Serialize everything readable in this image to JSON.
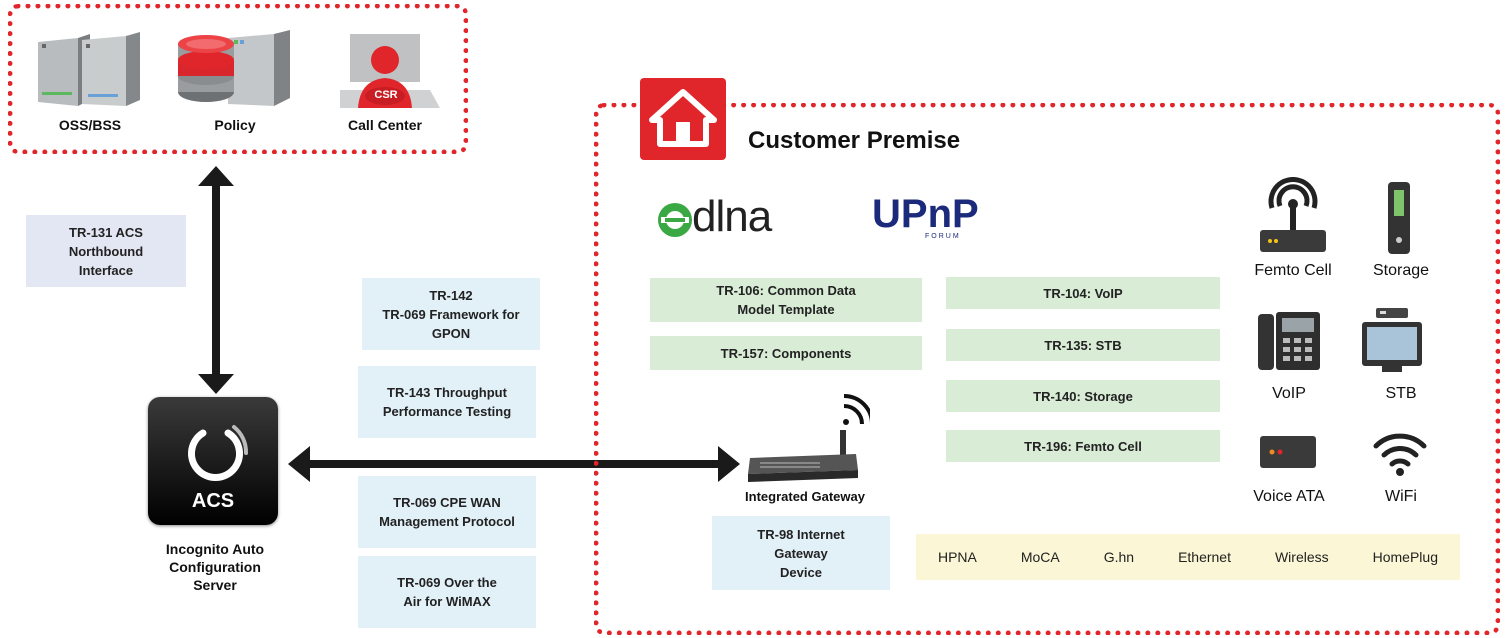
{
  "top_systems": {
    "oss": "OSS/BSS",
    "policy": "Policy",
    "call_center": "Call Center",
    "csr_badge": "CSR"
  },
  "northbound": "TR-131 ACS\nNorthbound\nInterface",
  "acs": {
    "badge": "ACS",
    "caption": "Incognito Auto\nConfiguration\nServer"
  },
  "standards_left": [
    "TR-142\nTR-069 Framework for\nGPON",
    "TR-143 Throughput\nPerformance Testing",
    "TR-069 CPE WAN\nManagement Protocol",
    "TR-069 Over the\nAir for WiMAX"
  ],
  "gateway": {
    "label": "Integrated Gateway",
    "spec": "TR-98 Internet\nGateway\nDevice"
  },
  "premise": {
    "title": "Customer Premise",
    "logo_dlna": "dlna",
    "logo_upnp": "UPnP",
    "logo_upnp_sub": "FORUM",
    "left_specs": [
      "TR-106: Common Data\nModel Template",
      "TR-157: Components"
    ],
    "right_specs": [
      "TR-104: VoIP",
      "TR-135: STB",
      "TR-140: Storage",
      "TR-196: Femto Cell"
    ],
    "devices": {
      "femto": "Femto Cell",
      "storage": "Storage",
      "voip": "VoIP",
      "stb": "STB",
      "ata": "Voice ATA",
      "wifi": "WiFi"
    },
    "media": [
      "HPNA",
      "MoCA",
      "G.hn",
      "Ethernet",
      "Wireless",
      "HomePlug"
    ]
  },
  "colors": {
    "accent_red": "#e0262b",
    "blue_box": "#e2f0f8",
    "green_box": "#d8ecd6",
    "yellow_bar": "#fbf6d5",
    "dlna_green": "#3aa843"
  }
}
